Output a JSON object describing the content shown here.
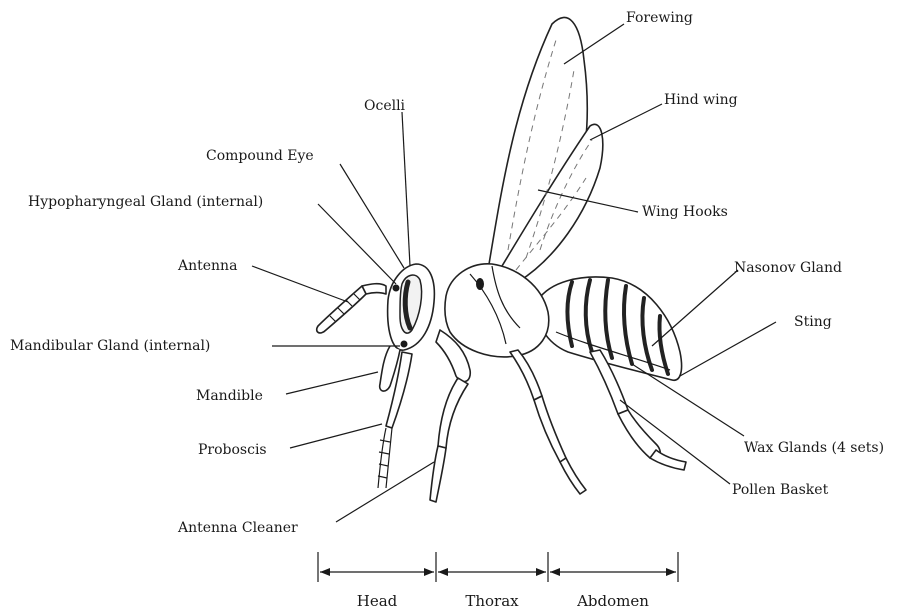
{
  "labels": {
    "forewing": "Forewing",
    "hind_wing": "Hind wing",
    "ocelli": "Ocelli",
    "compound_eye": "Compound Eye",
    "hypopharyngeal_gland": "Hypopharyngeal Gland (internal)",
    "wing_hooks": "Wing Hooks",
    "antenna": "Antenna",
    "nasonov_gland": "Nasonov Gland",
    "sting": "Sting",
    "mandibular_gland": "Mandibular Gland (internal)",
    "mandible": "Mandible",
    "proboscis": "Proboscis",
    "wax_glands": "Wax Glands (4 sets)",
    "pollen_basket": "Pollen Basket",
    "antenna_cleaner": "Antenna Cleaner"
  },
  "segments": {
    "head": "Head",
    "thorax": "Thorax",
    "abdomen": "Abdomen"
  }
}
